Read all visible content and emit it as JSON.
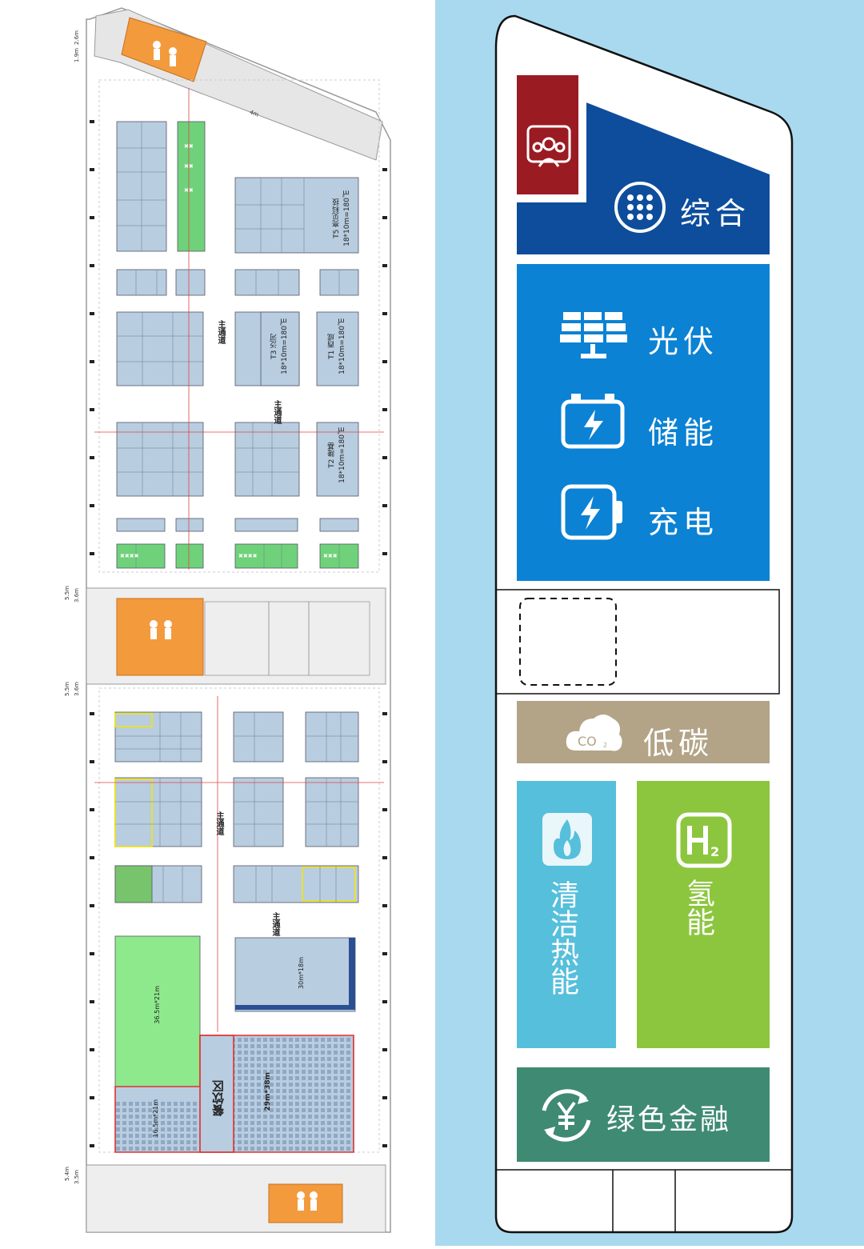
{
  "floor_plan": {
    "dimensions": {
      "top_a": "1.9m",
      "top_b": "2.6m",
      "mid1_a": "5.5m",
      "mid1_b": "3.6m",
      "mid2_a": "5.5m",
      "mid2_b": "3.6m",
      "bottom_a": "5.4m",
      "bottom_b": "3.5m",
      "corridor": "4m"
    },
    "aisle_label": "主通道",
    "booths": {
      "t5": "T5 亮见科技\n18*10m=180㎡",
      "t3": "T3 泛河\n18*10m=180㎡",
      "t1": "T1 西成\n18*10m=180㎡",
      "t2": "T2 隆基\n18*10m=180㎡",
      "exhibit_30x18": "30m*18m",
      "hall_36x21": "36.5m*21m",
      "area_16x21": "16.5m*21m",
      "area_29x38": "29m*38m"
    },
    "dining_label": "餐饮区"
  },
  "legend": {
    "zones": {
      "general": "综合",
      "pv": "光伏",
      "storage": "储能",
      "charging": "充电",
      "low_carbon": "低碳",
      "clean_heat": "清洁热能",
      "hydrogen": "氢能",
      "green_finance": "绿色金融"
    },
    "icons": {
      "general": "people-chat-icon",
      "general_grid": "grid-dots-icon",
      "pv": "solar-panel-icon",
      "storage": "battery-icon",
      "charging": "charger-icon",
      "low_carbon": "co2-cloud-icon",
      "clean_heat": "flame-icon",
      "hydrogen": "h2-icon",
      "green_finance": "yuan-cycle-icon"
    },
    "colors": {
      "general": "#0d4d9c",
      "general_corner": "#9b1b22",
      "energy": "#0b82d4",
      "low_carbon": "#b3a487",
      "clean_heat": "#56bfdb",
      "hydrogen": "#8cc63e",
      "green_finance": "#3f8a72",
      "background": "#a9d9ef"
    }
  }
}
